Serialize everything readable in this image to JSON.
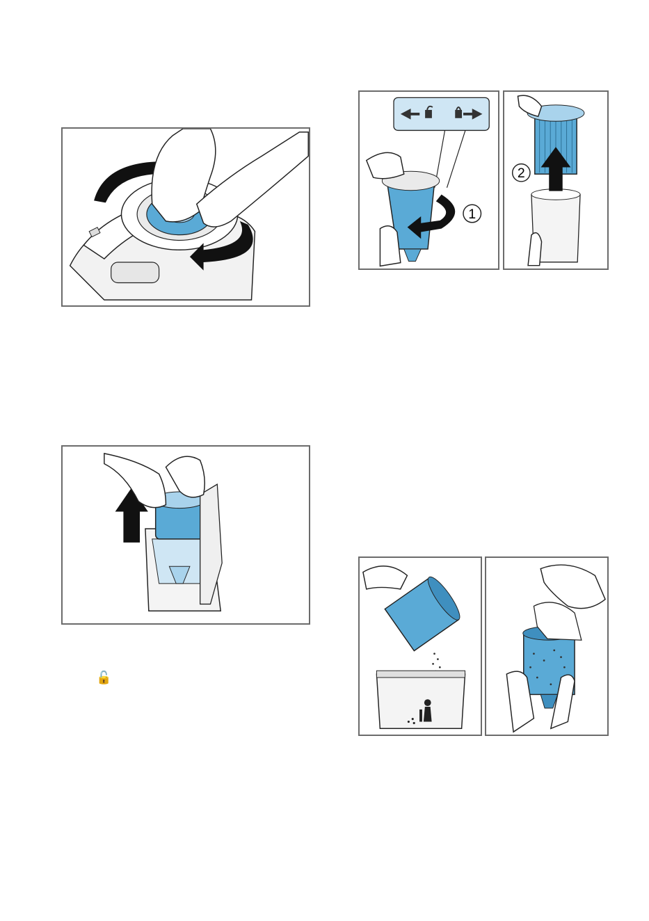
{
  "figures": {
    "remove_filter_cover": {
      "description_name": "twist-filter-out"
    },
    "lift_filter": {
      "description_name": "lift-filter"
    },
    "unlock_and_separate": {
      "step1": "1",
      "step2": "2"
    },
    "empty_filter": {},
    "clean_filter": {}
  },
  "inline_symbol": "🔓",
  "colors": {
    "filter_blue": "#5aaad6",
    "filter_light": "#a9d3ec",
    "outline": "#222222",
    "frame": "#6b6b6b"
  }
}
